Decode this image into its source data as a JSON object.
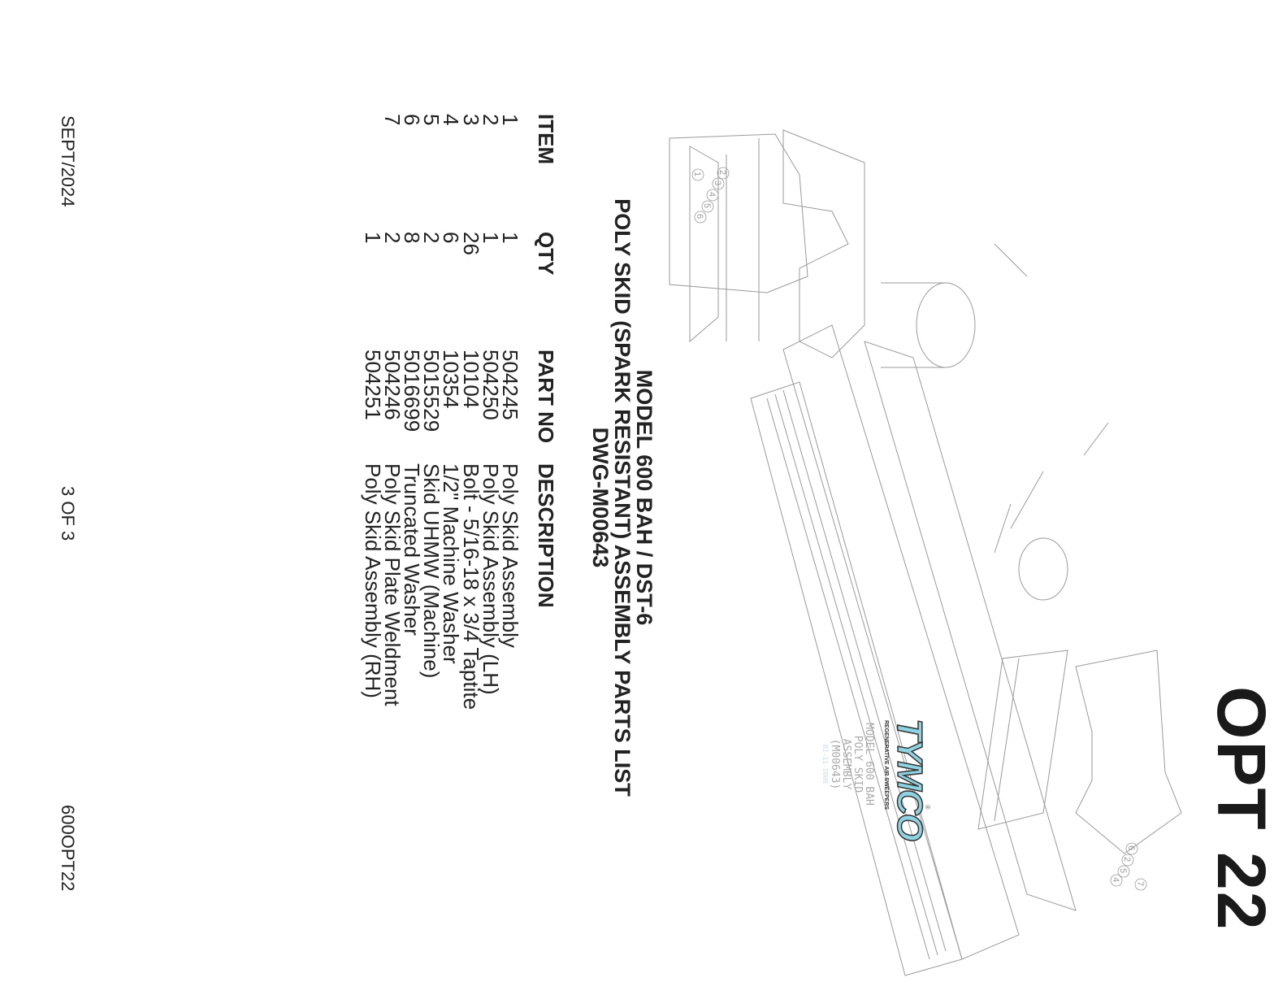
{
  "page_label": "OPT 22",
  "title": {
    "line1": "MODEL 600 BAH / DST-6",
    "line2": "POLY SKID (SPARK RESISTANT) ASSEMBLY PARTS LIST",
    "line3": "DWG-M00643"
  },
  "table": {
    "headers": {
      "item": "ITEM",
      "qty": "QTY",
      "part_no": "PART NO",
      "description": "DESCRIPTION"
    },
    "rows": [
      {
        "item": "1",
        "qty": "1",
        "part_no": "504245",
        "description": "Poly Skid Assembly"
      },
      {
        "item": "2",
        "qty": "1",
        "part_no": "504250",
        "description": "Poly Skid Assembly (LH)"
      },
      {
        "item": "3",
        "qty": "26",
        "part_no": "10104",
        "description": "Bolt - 5/16-18 x 3/4 Taptite"
      },
      {
        "item": "4",
        "qty": "6",
        "part_no": "10354",
        "description": "1/2\" Machine Washer"
      },
      {
        "item": "5",
        "qty": "2",
        "part_no": "5015529",
        "description": "Skid UHMW (Machine)"
      },
      {
        "item": "6",
        "qty": "8",
        "part_no": "5016699",
        "description": "Truncated Washer"
      },
      {
        "item": "7",
        "qty": "2",
        "part_no": "504246",
        "description": "Poly Skid Plate Weldment"
      },
      {
        "item": "",
        "qty": "1",
        "part_no": "504251",
        "description": "Poly Skid Assembly (RH)"
      }
    ]
  },
  "footer": {
    "date": "SEPT/2024",
    "page": "3 OF 3",
    "code": "600OPT22"
  },
  "drawing": {
    "logo": {
      "brand": "TYMCO",
      "tagline": "REGENERATIVE AIR SWEEPERS",
      "registered": "®"
    },
    "stamp": {
      "line1": "MODEL 600 BAH",
      "line2": "POLY SKID ASSEMBLY",
      "line3": "(M00643)",
      "date": "02-11-2008"
    },
    "callouts_left": [
      "1",
      "2",
      "3",
      "4",
      "5",
      "6"
    ],
    "callouts_right": [
      "6",
      "2",
      "5",
      "4",
      "7"
    ],
    "colors": {
      "line": "#9a9a9a",
      "logo_fill": "#8fd3e3"
    }
  }
}
